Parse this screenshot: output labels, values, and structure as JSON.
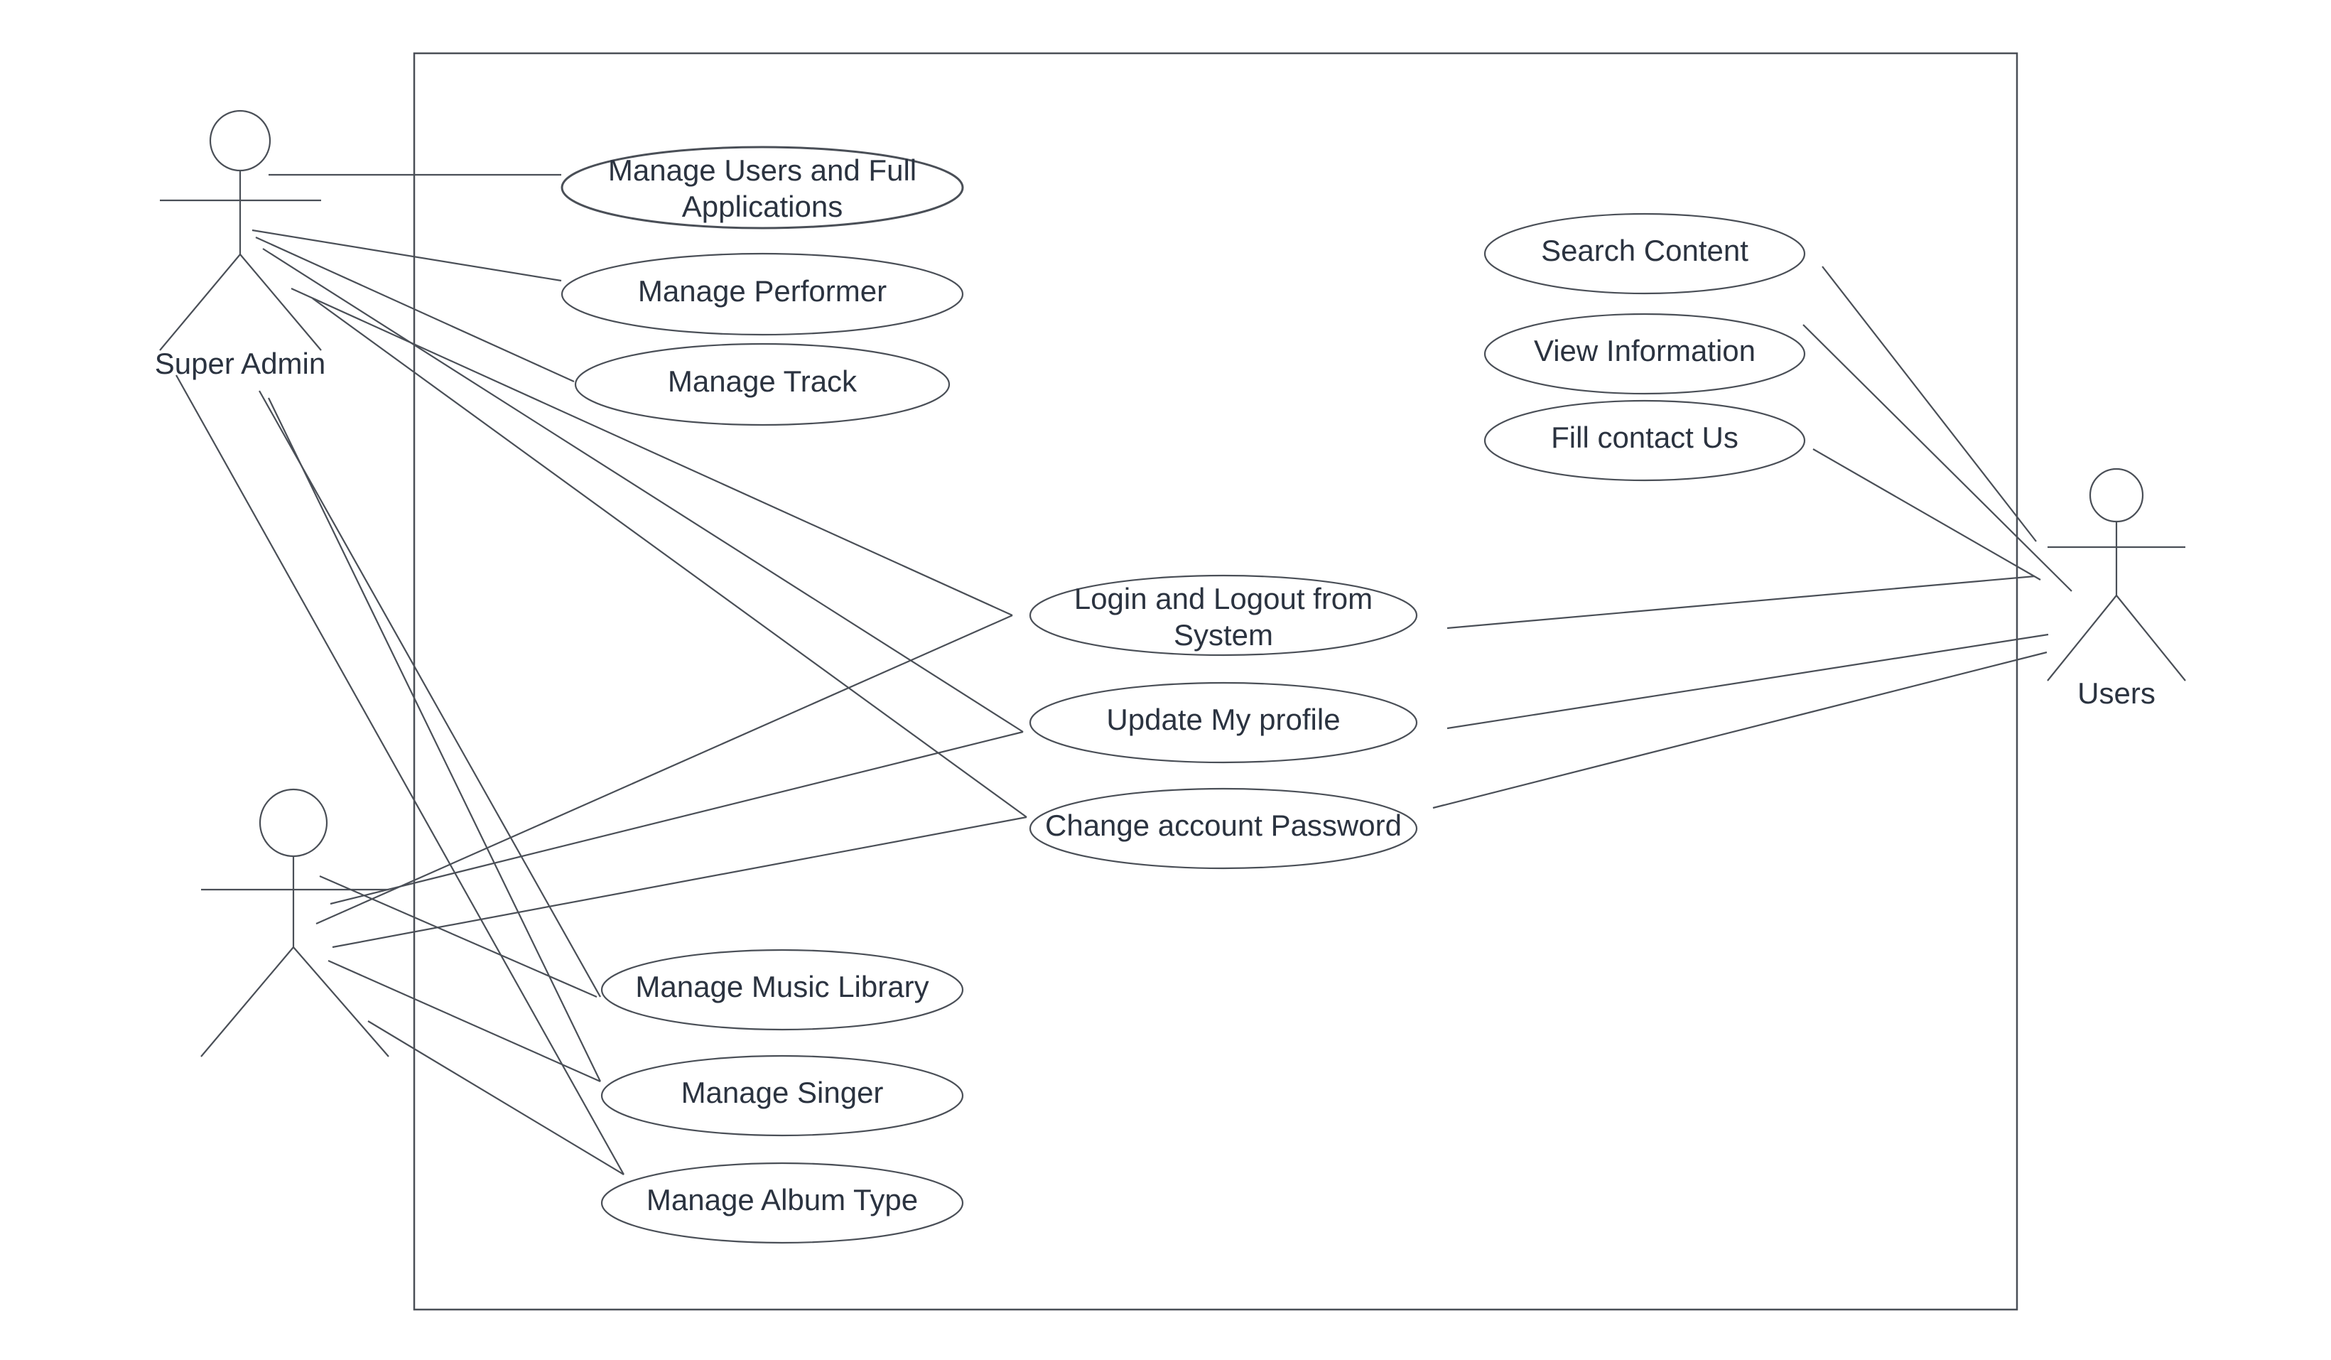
{
  "actors": {
    "super_admin": {
      "label": "Super Admin"
    },
    "admin": {
      "label": ""
    },
    "users": {
      "label": "Users"
    }
  },
  "use_cases": {
    "manage_users": {
      "line1": "Manage Users and  Full",
      "line2": "Applications"
    },
    "manage_performer": {
      "line1": "Manage Performer"
    },
    "manage_track": {
      "line1": "Manage Track"
    },
    "search_content": {
      "line1": "Search Content"
    },
    "view_information": {
      "line1": "View Information"
    },
    "fill_contact": {
      "line1": "Fill contact Us"
    },
    "login_logout": {
      "line1": "Login and Logout from",
      "line2": "System"
    },
    "update_profile": {
      "line1": "Update My profile"
    },
    "change_password": {
      "line1": "Change account Password"
    },
    "manage_music_library": {
      "line1": "Manage Music Library"
    },
    "manage_singer": {
      "line1": "Manage Singer"
    },
    "manage_album_type": {
      "line1": "Manage Album Type"
    }
  },
  "colors": {
    "stroke": "#4a4f57",
    "text": "#2b3340",
    "background": "#ffffff"
  }
}
